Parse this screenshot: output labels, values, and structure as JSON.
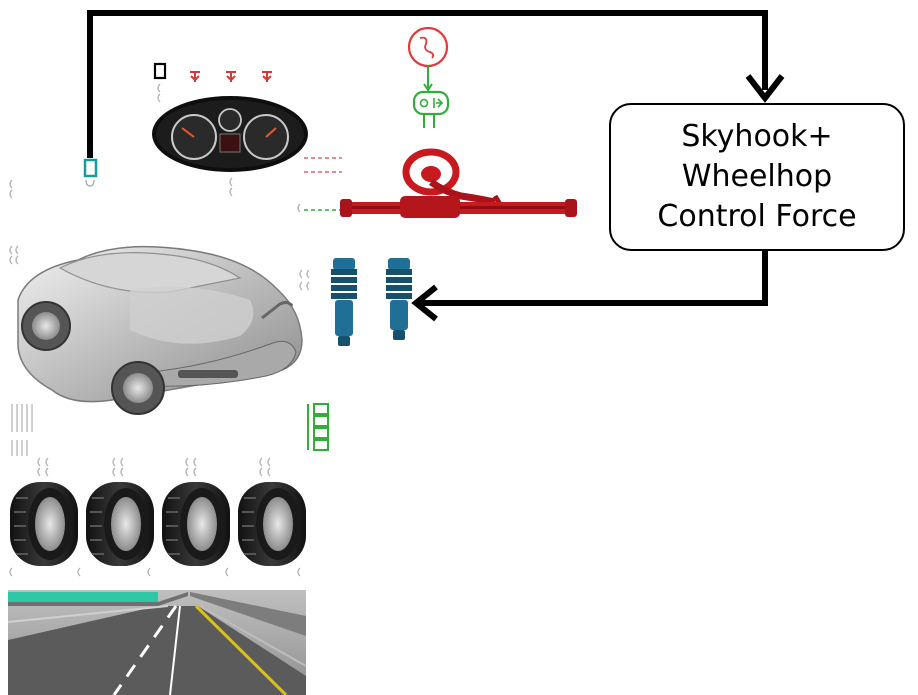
{
  "diagram": {
    "controller": {
      "lines": [
        "Skyhook+",
        "Wheelhop",
        "Control Force"
      ]
    },
    "components": {
      "sensor": "sensor-icon",
      "dashboard": "dashboard-cluster",
      "driver": "driver-icon",
      "steering": "steering-system",
      "dampers": "suspension-dampers",
      "vehicle": "vehicle-body",
      "tires": "tire-icon",
      "road": "road-scene"
    },
    "colors": {
      "arrow": "#000000",
      "steering": "#c8191e",
      "driver": "#e03a3a",
      "actuator": "#2fae3a",
      "damper": "#1f6f96",
      "sensor": "#1a9a9a",
      "guardrail": "#2fc7a6"
    }
  }
}
